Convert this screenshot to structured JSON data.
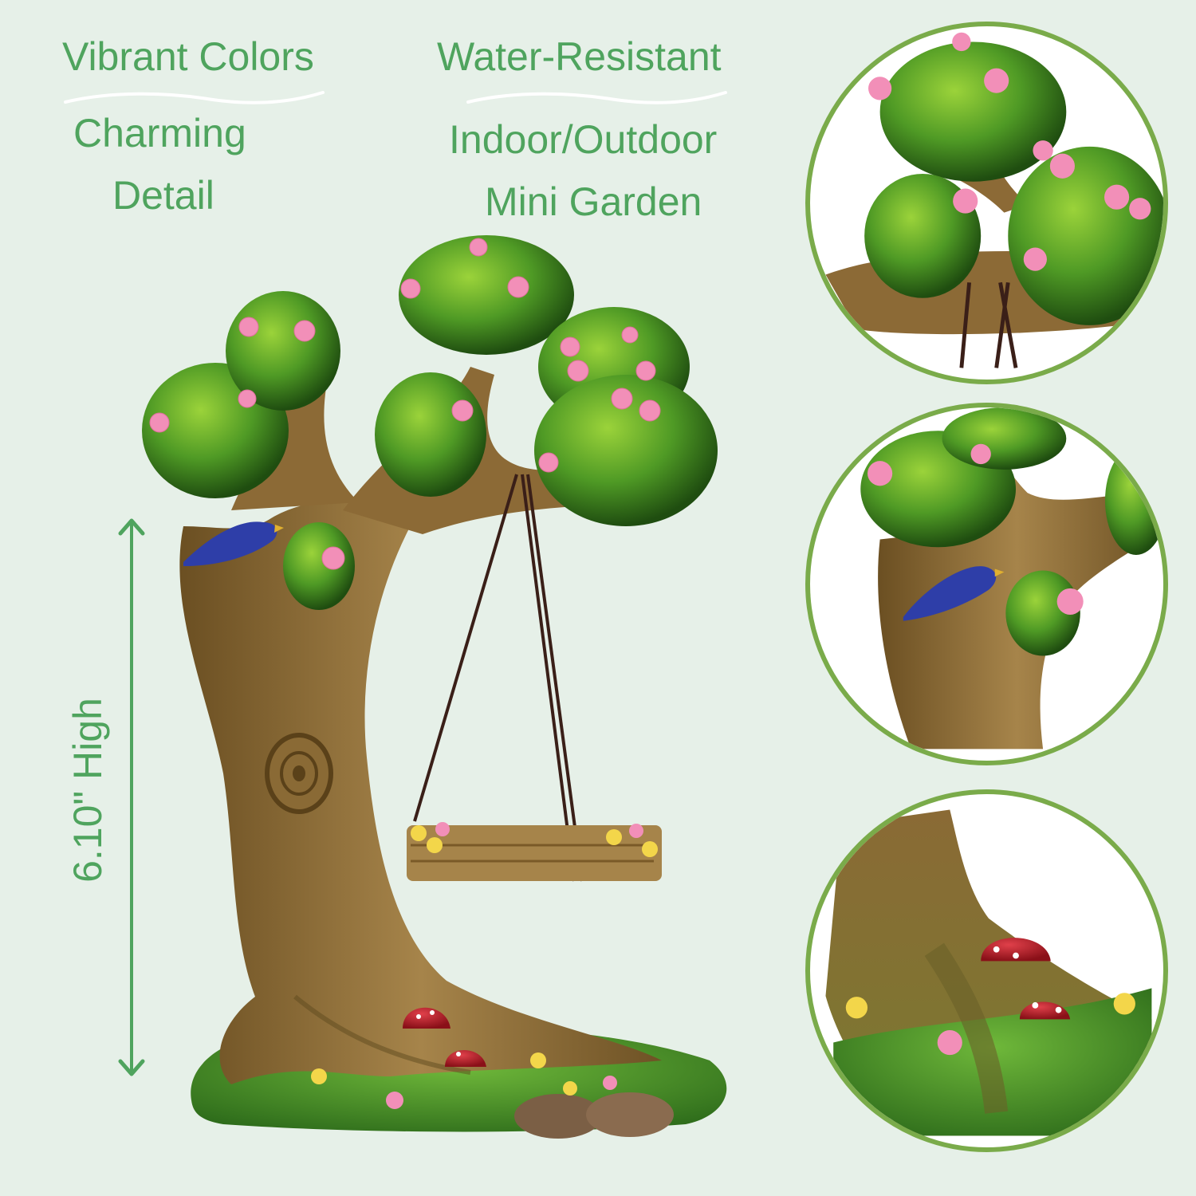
{
  "features": {
    "left_top": "Vibrant Colors",
    "left_bottom_line1": "Charming",
    "left_bottom_line2": "Detail",
    "right_top": "Water-Resistant",
    "right_bottom_line1": "Indoor/Outdoor",
    "right_bottom_line2": "Mini Garden"
  },
  "dimension": {
    "label": "6.10\" High"
  },
  "product": {
    "name": "fairy-garden-tree-with-swing",
    "elements": [
      "tree",
      "swing",
      "blue-bird",
      "red-mushrooms",
      "pink-flowers",
      "yellow-flowers",
      "grass-base",
      "rocks"
    ]
  },
  "detail_circles": [
    {
      "subject": "canopy-with-rope-knot"
    },
    {
      "subject": "trunk-with-blue-bird"
    },
    {
      "subject": "base-with-mushrooms"
    }
  ],
  "colors": {
    "background": "#e6f0e8",
    "text_green": "#4fa45e",
    "circle_border": "#7aab4a",
    "leaf_green": "#3f7d1f",
    "leaf_highlight": "#9bd33a",
    "bark": "#8a6a35",
    "flower_pink": "#f28fb8",
    "flower_yellow": "#f3d64a",
    "mushroom_red": "#b8202a",
    "bird_blue": "#2e3ea8"
  }
}
